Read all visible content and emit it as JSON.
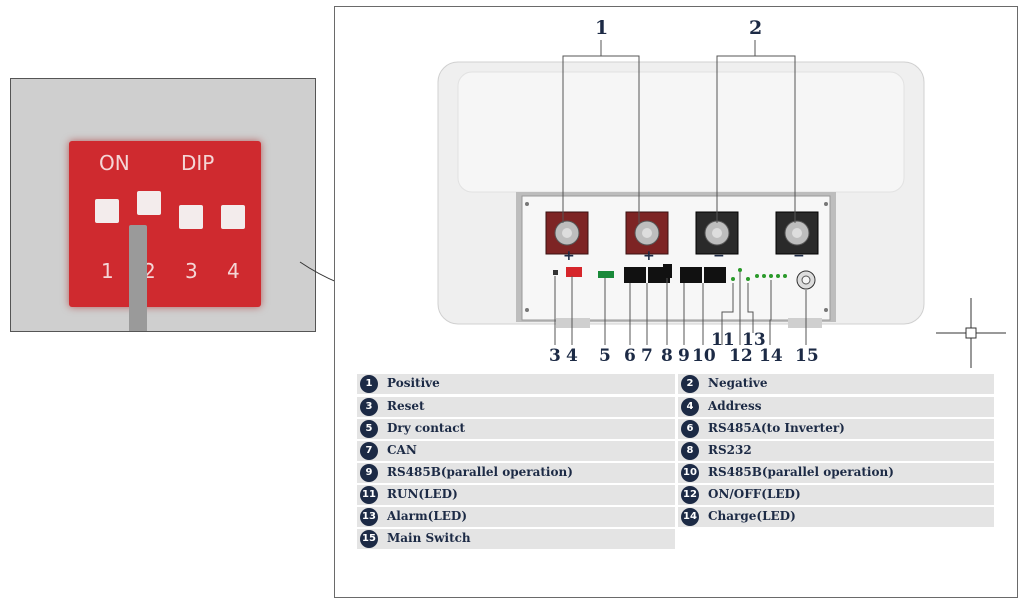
{
  "zoom_panel": {
    "on_label": "ON",
    "dip_label": "DIP",
    "switch_numbers": [
      "1",
      "2",
      "3",
      "4"
    ]
  },
  "device": {
    "top_callouts": [
      "1",
      "2"
    ],
    "bottom_callouts": [
      "3",
      "4",
      "5",
      "6",
      "7",
      "8",
      "9",
      "10",
      "11",
      "12",
      "13",
      "14",
      "15"
    ],
    "terminal_signs": [
      "+",
      "+",
      "−",
      "−"
    ]
  },
  "legend": [
    {
      "num": "1",
      "label": "Positive"
    },
    {
      "num": "2",
      "label": "Negative"
    },
    {
      "num": "3",
      "label": "Reset"
    },
    {
      "num": "4",
      "label": "Address"
    },
    {
      "num": "5",
      "label": "Dry contact"
    },
    {
      "num": "6",
      "label": "RS485A(to Inverter)"
    },
    {
      "num": "7",
      "label": "CAN"
    },
    {
      "num": "8",
      "label": "RS232"
    },
    {
      "num": "9",
      "label": "RS485B(parallel operation)"
    },
    {
      "num": "10",
      "label": "RS485B(parallel operation)"
    },
    {
      "num": "11",
      "label": "RUN(LED)"
    },
    {
      "num": "12",
      "label": "ON/OFF(LED)"
    },
    {
      "num": "13",
      "label": "Alarm(LED)"
    },
    {
      "num": "14",
      "label": "Charge(LED)"
    },
    {
      "num": "15",
      "label": "Main Switch"
    }
  ]
}
